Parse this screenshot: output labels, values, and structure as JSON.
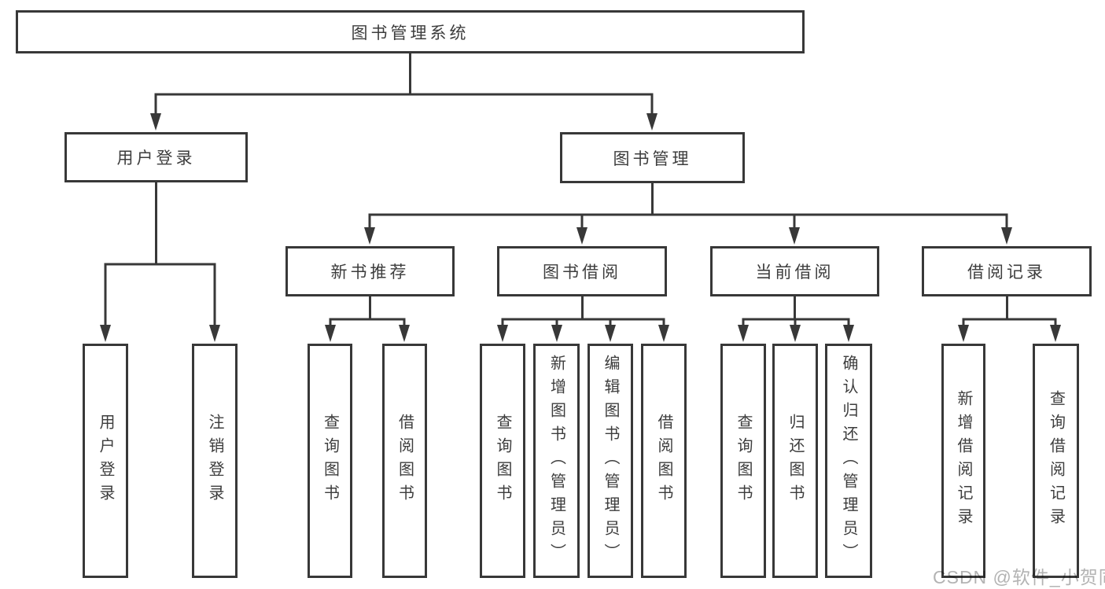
{
  "tree": {
    "root": "图书管理系统",
    "login_branch": {
      "label": "用户登录",
      "children": [
        "用户登录",
        "注销登录"
      ]
    },
    "mgmt_branch": {
      "label": "图书管理",
      "modules": [
        {
          "label": "新书推荐",
          "children": [
            "查询图书",
            "借阅图书"
          ]
        },
        {
          "label": "图书借阅",
          "children": [
            "查询图书",
            "新增图书（管理员）",
            "编辑图书（管理员）",
            "借阅图书"
          ]
        },
        {
          "label": "当前借阅",
          "children": [
            "查询图书",
            "归还图书",
            "确认归还（管理员）"
          ]
        },
        {
          "label": "借阅记录",
          "children": [
            "新增借阅记录",
            "查询借阅记录"
          ]
        }
      ]
    }
  },
  "watermark": "CSDN @软件_小贺同学",
  "colors": {
    "line": "#383838",
    "text": "#3d3d3d",
    "watermark": "#b3b3b3"
  }
}
